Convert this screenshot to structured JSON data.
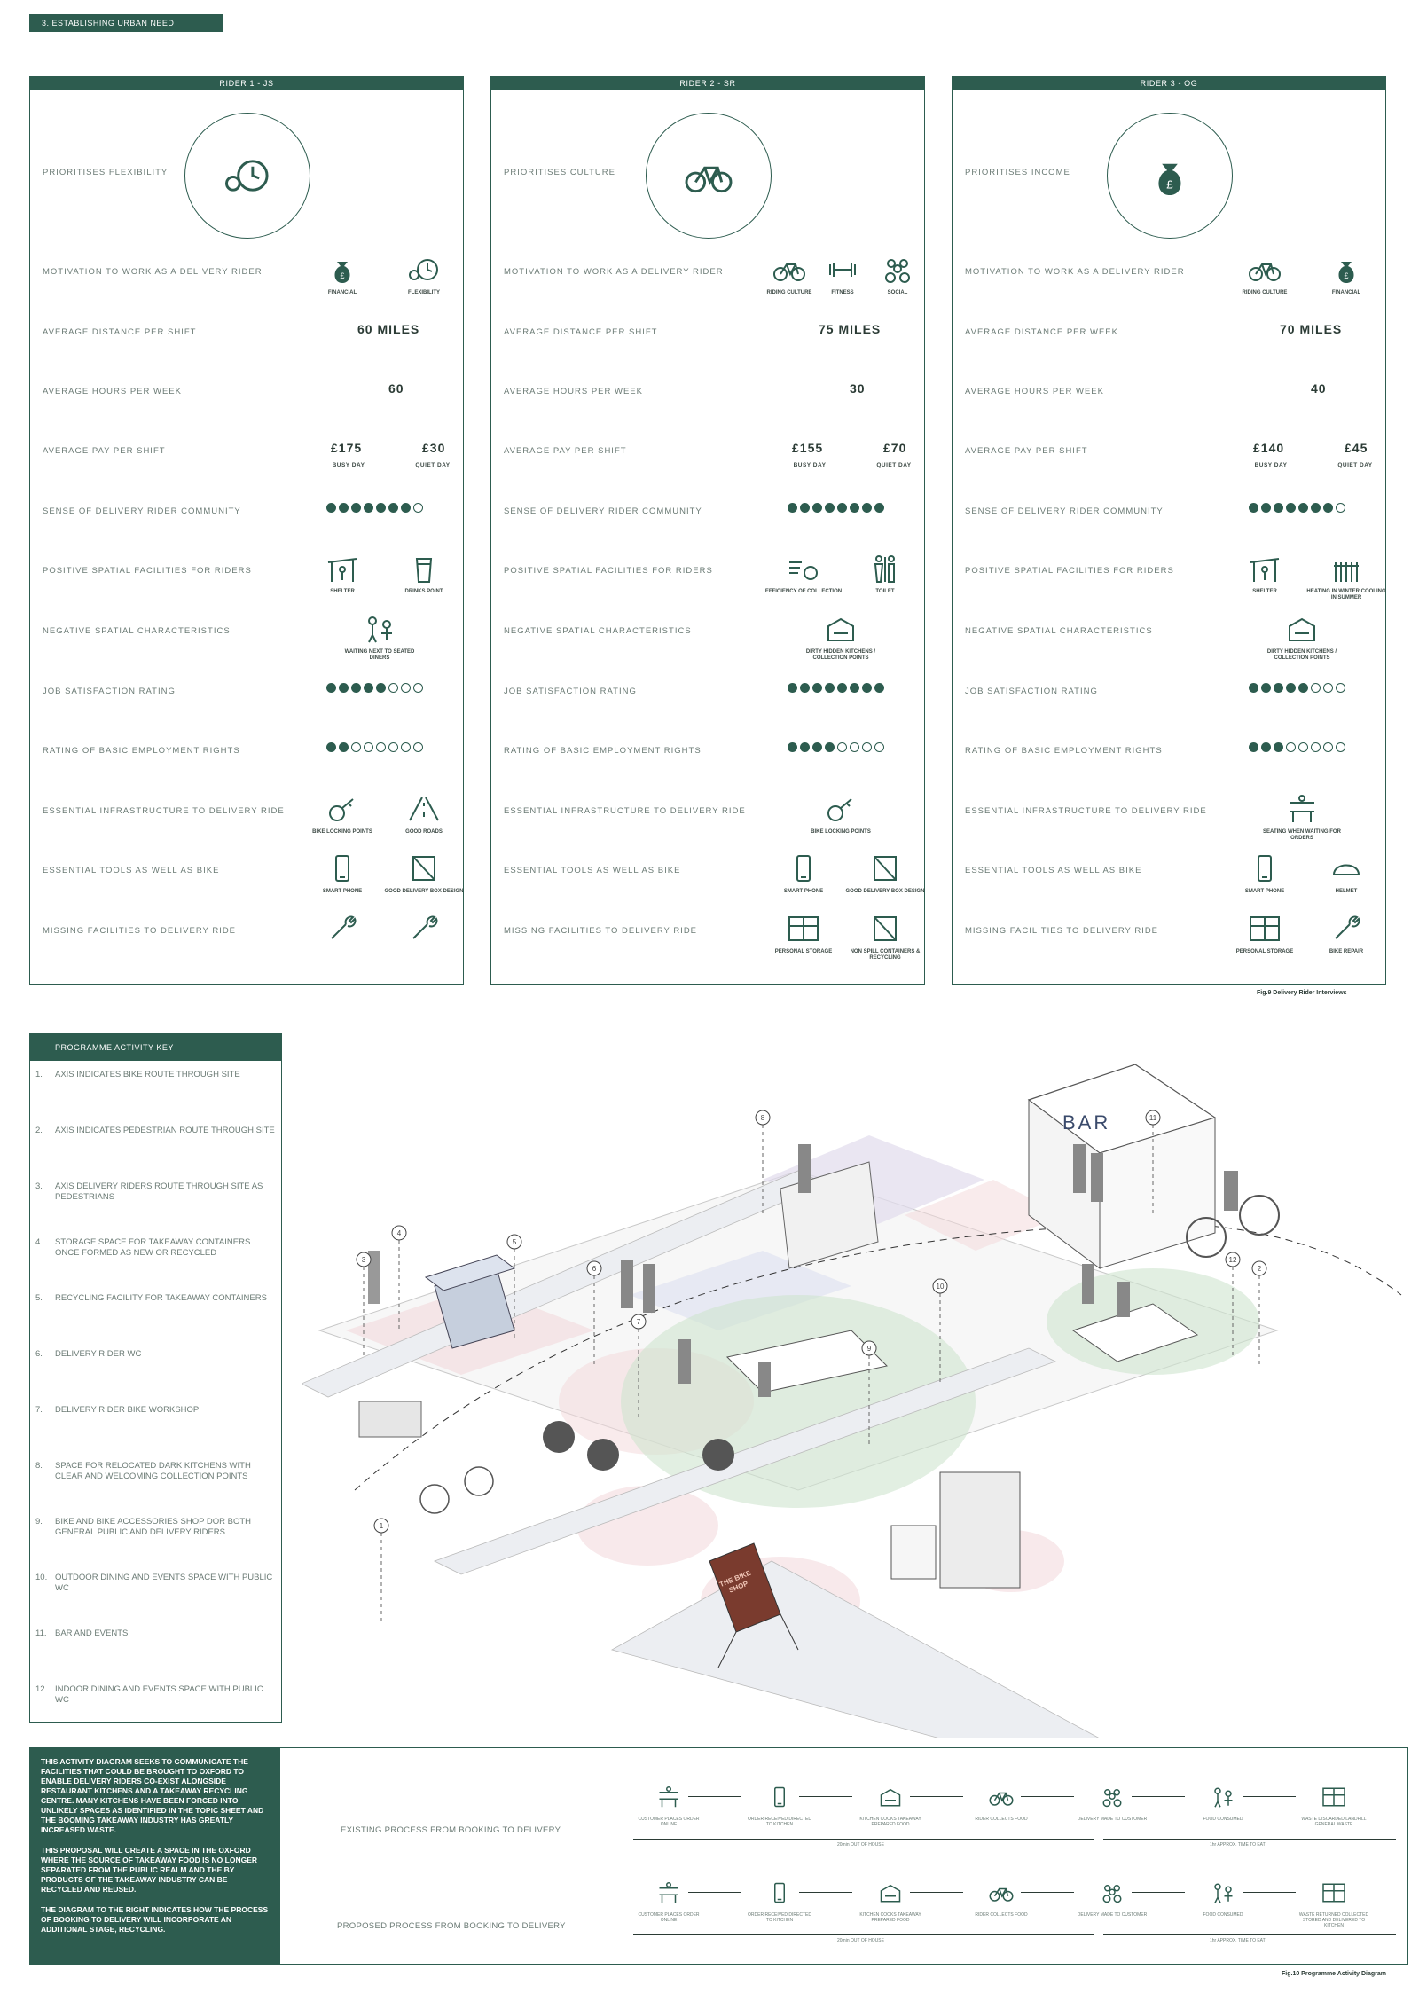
{
  "section_tag": "3. ESTABLISHING URBAN NEED",
  "colors": {
    "accent": "#2d5c4f",
    "pink": "#f3d7da",
    "green": "#cfe5cf",
    "lilac": "#e1dbec",
    "blue": "#dfe2f1"
  },
  "row_labels_a": {
    "motivation": "MOTIVATION TO WORK AS A DELIVERY RIDER",
    "distance_shift": "AVERAGE DISTANCE PER SHIFT",
    "distance_week": "AVERAGE DISTANCE PER WEEK",
    "hours": "AVERAGE HOURS PER WEEK",
    "pay": "AVERAGE PAY PER SHIFT",
    "community": "SENSE OF DELIVERY RIDER COMMUNITY",
    "positive": "POSITIVE SPATIAL FACILITIES FOR RIDERS",
    "negative": "NEGATIVE SPATIAL CHARACTERISTICS",
    "job": "JOB SATISFACTION RATING",
    "rights": "RATING OF BASIC EMPLOYMENT RIGHTS",
    "infra": "ESSENTIAL INFRASTRUCTURE TO DELIVERY RIDE",
    "tools": "ESSENTIAL TOOLS AS WELL AS BIKE",
    "missing": "MISSING FACILITIES TO DELIVERY RIDE"
  },
  "riders": [
    {
      "header": "RIDER 1 - JS",
      "priority": "PRIORITISES FLEXIBILITY",
      "motivation_icons": [
        "FINANCIAL",
        "FLEXIBILITY"
      ],
      "distance": "60 MILES",
      "hours": "60",
      "pay_busy": "£175",
      "pay_busy_label": "BUSY DAY",
      "pay_quiet": "£30",
      "pay_quiet_label": "QUIET DAY",
      "community_rating": 7,
      "positive": [
        "SHELTER",
        "DRINKS POINT"
      ],
      "negative": [
        "WAITING NEXT TO SEATED DINERS"
      ],
      "job_rating": 5,
      "rights_rating": 2,
      "infra": [
        "BIKE LOCKING POINTS",
        "GOOD ROADS"
      ],
      "tools": [
        "SMART PHONE",
        "GOOD DELIVERY BOX DESIGN"
      ],
      "missing": [
        "",
        ""
      ]
    },
    {
      "header": "RIDER 2 - SR",
      "priority": "PRIORITISES CULTURE",
      "motivation_icons": [
        "RIDING CULTURE",
        "FITNESS",
        "SOCIAL"
      ],
      "distance": "75 MILES",
      "hours": "30",
      "pay_busy": "£155",
      "pay_busy_label": "BUSY DAY",
      "pay_quiet": "£70",
      "pay_quiet_label": "QUIET DAY",
      "community_rating": 8,
      "positive": [
        "EFFICIENCY OF COLLECTION",
        "TOILET"
      ],
      "negative": [
        "DIRTY HIDDEN KITCHENS / COLLECTION POINTS"
      ],
      "job_rating": 8,
      "rights_rating": 4,
      "infra": [
        "BIKE LOCKING POINTS"
      ],
      "tools": [
        "SMART PHONE",
        "GOOD DELIVERY BOX DESIGN"
      ],
      "missing": [
        "PERSONAL STORAGE",
        "NON SPILL CONTAINERS & RECYCLING"
      ]
    },
    {
      "header": "RIDER 3 - OG",
      "priority": "PRIORITISES INCOME",
      "motivation_icons": [
        "RIDING CULTURE",
        "FINANCIAL"
      ],
      "distance": "70 MILES",
      "hours": "40",
      "pay_busy": "£140",
      "pay_busy_label": "BUSY DAY",
      "pay_quiet": "£45",
      "pay_quiet_label": "QUIET DAY",
      "community_rating": 7,
      "positive": [
        "SHELTER",
        "HEATING IN WINTER COOLING IN SUMMER"
      ],
      "negative": [
        "DIRTY HIDDEN KITCHENS / COLLECTION POINTS"
      ],
      "job_rating": 5,
      "rights_rating": 3,
      "infra": [
        "SEATING WHEN WAITING FOR ORDERS"
      ],
      "tools": [
        "SMART PHONE",
        "HELMET"
      ],
      "missing": [
        "PERSONAL STORAGE",
        "BIKE REPAIR"
      ]
    }
  ],
  "fig9_caption": "Fig.9 Delivery Rider Interviews",
  "key": {
    "title": "PROGRAMME ACTIVITY KEY",
    "items": [
      {
        "n": "1.",
        "t": "AXIS INDICATES BIKE ROUTE THROUGH SITE"
      },
      {
        "n": "2.",
        "t": "AXIS INDICATES PEDESTRIAN ROUTE THROUGH SITE"
      },
      {
        "n": "3.",
        "t": "AXIS DELIVERY RIDERS ROUTE THROUGH SITE AS PEDESTRIANS"
      },
      {
        "n": "4.",
        "t": "STORAGE SPACE FOR TAKEAWAY CONTAINERS ONCE FORMED AS NEW OR RECYCLED"
      },
      {
        "n": "5.",
        "t": "RECYCLING FACILITY FOR TAKEAWAY CONTAINERS"
      },
      {
        "n": "6.",
        "t": "DELIVERY RIDER WC"
      },
      {
        "n": "7.",
        "t": "DELIVERY RIDER BIKE WORKSHOP"
      },
      {
        "n": "8.",
        "t": "SPACE FOR RELOCATED DARK KITCHENS WITH CLEAR AND WELCOMING COLLECTION POINTS"
      },
      {
        "n": "9.",
        "t": "BIKE AND BIKE ACCESSORIES SHOP DOR BOTH GENERAL PUBLIC AND DELIVERY RIDERS"
      },
      {
        "n": "10.",
        "t": "OUTDOOR DINING AND EVENTS SPACE WITH PUBLIC WC"
      },
      {
        "n": "11.",
        "t": "BAR AND EVENTS"
      },
      {
        "n": "12.",
        "t": "INDOOR DINING AND EVENTS SPACE WITH PUBLIC WC"
      }
    ]
  },
  "axo_labels": {
    "bar_sign": "BAR",
    "shop_sign": "THE BIKE SHOP",
    "markers": [
      "1",
      "2",
      "3",
      "4",
      "5",
      "6",
      "7",
      "8",
      "9",
      "10",
      "11",
      "12"
    ]
  },
  "bottom": {
    "paragraphs": [
      "THIS ACTIVITY DIAGRAM SEEKS TO COMMUNICATE THE FACILITIES THAT COULD BE BROUGHT TO OXFORD TO ENABLE DELIVERY RIDERS CO-EXIST ALONGSIDE RESTAURANT KITCHENS AND A TAKEAWAY RECYCLING CENTRE. MANY KITCHENS HAVE BEEN FORCED INTO UNLIKELY SPACES AS IDENTIFIED IN THE TOPIC SHEET AND THE BOOMING TAKEAWAY INDUSTRY HAS GREATLY INCREASED WASTE.",
      "THIS PROPOSAL WILL CREATE A SPACE IN THE OXFORD WHERE THE SOURCE OF TAKEAWAY FOOD IS NO LONGER SEPARATED FROM THE PUBLIC REALM AND THE BY PRODUCTS OF THE TAKEAWAY INDUSTRY CAN BE RECYCLED AND REUSED.",
      "THE DIAGRAM TO THE RIGHT INDICATES HOW THE PROCESS OF BOOKING TO DELIVERY WILL INCORPORATE AN ADDITIONAL STAGE, RECYCLING."
    ],
    "existing_label": "EXISTING PROCESS FROM BOOKING TO DELIVERY",
    "proposed_label": "PROPOSED PROCESS FROM BOOKING TO DELIVERY",
    "existing_steps": [
      "CUSTOMER PLACES ORDER ONLINE",
      "ORDER RECEIVED DIRECTED TO KITCHEN",
      "KITCHEN COOKS TAKEAWAY PREPARED FOOD",
      "RIDER COLLECTS FOOD",
      "DELIVERY MADE TO CUSTOMER",
      "FOOD CONSUMED",
      "WASTE DISCARDED LANDFILL GENERAL WASTE"
    ],
    "proposed_steps": [
      "CUSTOMER PLACES ORDER ONLINE",
      "ORDER RECEIVED DIRECTED TO KITCHEN",
      "KITCHEN COOKS TAKEAWAY PREPARED FOOD",
      "RIDER COLLECTS FOOD",
      "DELIVERY MADE TO CUSTOMER",
      "FOOD CONSUMED",
      "WASTE RETURNED COLLECTED STORED AND DELIVERED TO KITCHEN"
    ],
    "time_a": "20min OUT OF HOUSE",
    "time_b": "1hr APPROX. TIME TO EAT",
    "fig10_caption": "Fig.10 Programme Activity Diagram"
  }
}
